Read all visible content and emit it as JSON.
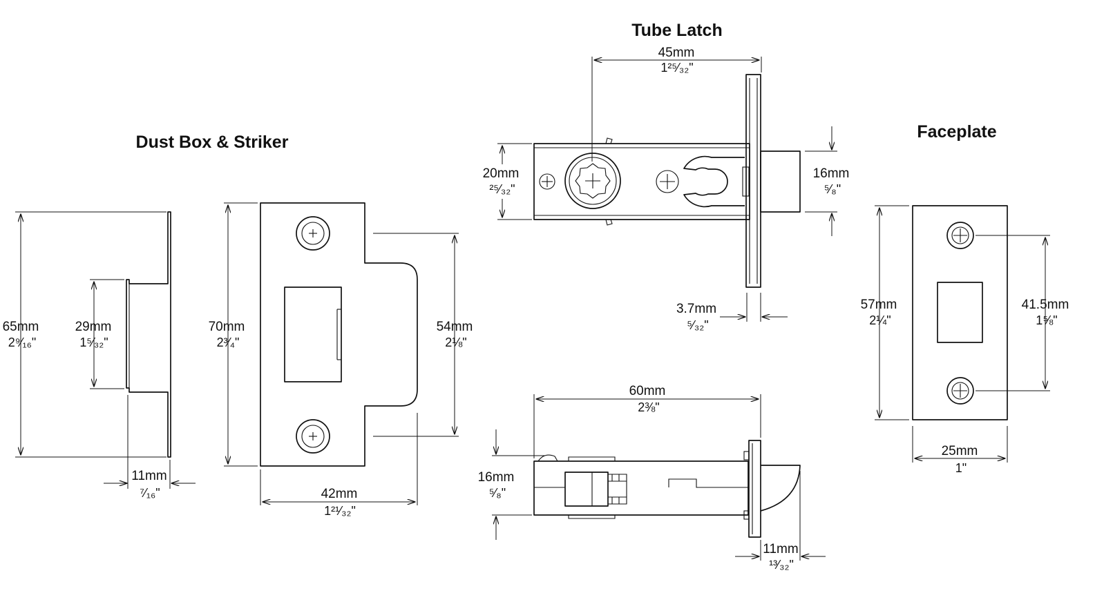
{
  "titles": {
    "dust_box": "Dust Box & Striker",
    "tube_latch": "Tube Latch",
    "faceplate": "Faceplate"
  },
  "dimensions": {
    "dustbox_height": {
      "mm": "65mm",
      "imperial": "2⁹⁄₁₆\""
    },
    "dustbox_inner": {
      "mm": "29mm",
      "imperial": "1⁵⁄₃₂\""
    },
    "dustbox_depth": {
      "mm": "11mm",
      "imperial": "⁷⁄₁₆\""
    },
    "striker_height": {
      "mm": "70mm",
      "imperial": "2³⁄₄\""
    },
    "striker_lip": {
      "mm": "54mm",
      "imperial": "2⅛\""
    },
    "striker_width": {
      "mm": "42mm",
      "imperial": "1²¹⁄₃₂\""
    },
    "backset": {
      "mm": "45mm",
      "imperial": "1²⁵⁄₃₂\""
    },
    "latch_body": {
      "mm": "20mm",
      "imperial": "²⁵⁄₃₂\""
    },
    "latch_bolt": {
      "mm": "16mm",
      "imperial": "⁵⁄₈\""
    },
    "forend_thick": {
      "mm": "3.7mm",
      "imperial": "⁵⁄₃₂\""
    },
    "latch_length": {
      "mm": "60mm",
      "imperial": "2⅜\""
    },
    "side_body": {
      "mm": "16mm",
      "imperial": "⁵⁄₈\""
    },
    "bolt_throw": {
      "mm": "11mm",
      "imperial": "¹³⁄₃₂\""
    },
    "face_height": {
      "mm": "57mm",
      "imperial": "2¼\""
    },
    "face_centres": {
      "mm": "41.5mm",
      "imperial": "1⅝\""
    },
    "face_width": {
      "mm": "25mm",
      "imperial": "1\""
    }
  }
}
